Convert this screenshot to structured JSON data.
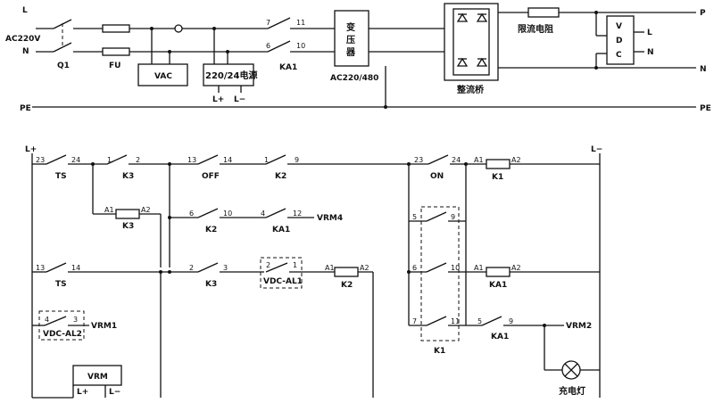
{
  "power": {
    "L": "L",
    "N": "N",
    "PE_left": "PE",
    "PE_right": "PE",
    "supply": "AC220V",
    "Q1": "Q1",
    "FU": "FU",
    "VAC": "VAC",
    "psu": "220/24电源",
    "psu_lplus": "L+",
    "psu_lminus": "L−",
    "ka1_label": "KA1",
    "t7": "7",
    "t11": "11",
    "t6": "6",
    "t10": "10",
    "transformer_1": "变",
    "transformer_2": "压",
    "transformer_3": "器",
    "transformer_rating": "AC220/480",
    "bridge": "整流桥",
    "resistor": "限流电阻",
    "vdc_v": "V",
    "vdc_d": "D",
    "vdc_c": "C",
    "vdc_L": "L",
    "vdc_N": "N",
    "P": "P",
    "N_out": "N"
  },
  "control": {
    "lplus": "L+",
    "lminus": "L−",
    "ts_23": "23",
    "ts_24": "24",
    "TS": "TS",
    "k3_1": "1",
    "k3_2": "2",
    "K3": "K3",
    "k3coil_a1": "A1",
    "k3coil_a2": "A2",
    "K3coil": "K3",
    "ts2_13": "13",
    "ts2_14": "14",
    "TS2": "TS",
    "vdcal2_4": "4",
    "vdcal2_3": "3",
    "VDC_AL2": "VDC-AL2",
    "VRM1": "VRM1",
    "VRM": "VRM",
    "vrm_lplus": "L+",
    "vrm_lminus": "L−",
    "off_13": "13",
    "off_14": "14",
    "OFF": "OFF",
    "k2_1": "1",
    "k2_9": "9",
    "K2": "K2",
    "k2b_6": "6",
    "k2b_10": "10",
    "K2b": "K2",
    "ka1_4": "4",
    "ka1_12": "12",
    "KA1": "KA1",
    "VRM4": "VRM4",
    "k3b_2": "2",
    "k3b_3": "3",
    "K3b": "K3",
    "vdcal1_2": "2",
    "vdcal1_1": "1",
    "VDC_AL1": "VDC-AL1",
    "k2coil_a1": "A1",
    "k2coil_a2": "A2",
    "K2coil": "K2",
    "on_23": "23",
    "on_24": "24",
    "ON": "ON",
    "k1coil_a1": "A1",
    "k1coil_a2": "A2",
    "K1coil": "K1",
    "k1_5": "5",
    "k1_9": "9",
    "k1_6": "6",
    "k1_10": "10",
    "k1_7": "7",
    "k1_11": "11",
    "K1group": "K1",
    "ka1coil_a1": "A1",
    "ka1coil_a2": "A2",
    "KA1coil": "KA1",
    "ka1b_5": "5",
    "ka1b_9": "9",
    "KA1b": "KA1",
    "VRM2": "VRM2",
    "lamp": "充电灯"
  }
}
